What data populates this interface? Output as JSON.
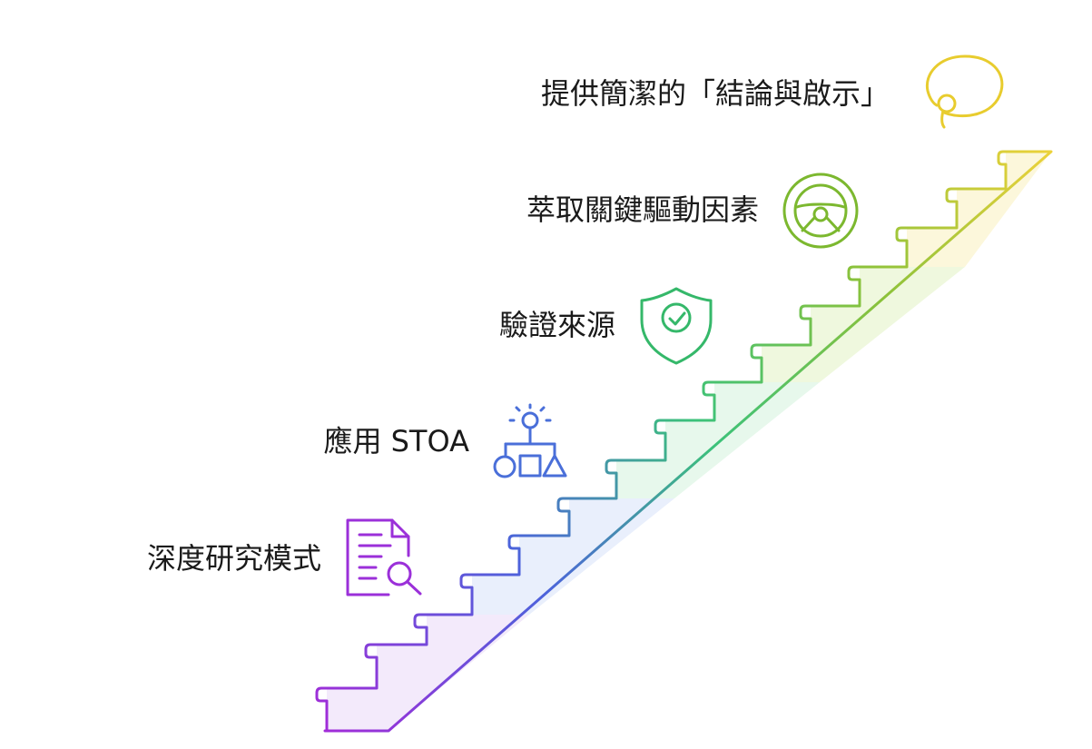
{
  "steps": [
    {
      "label": "深度研究模式",
      "icon": "document-search-icon",
      "color": "#9B30D9",
      "fill": "#F2E8FA"
    },
    {
      "label": "應用 STOA",
      "icon": "lightbulb-shapes-icon",
      "color": "#4A6FD9",
      "fill": "#E8EEFB"
    },
    {
      "label": "驗證來源",
      "icon": "shield-check-icon",
      "color": "#35B86A",
      "fill": "#E6F7EA"
    },
    {
      "label": "萃取關鍵驅動因素",
      "icon": "steering-wheel-icon",
      "color": "#7CB82F",
      "fill": "#EEF7DC"
    },
    {
      "label": "提供簡潔的「結論與啟示」",
      "icon": "speech-bubble-icon",
      "color": "#E8CC2E",
      "fill": "#FCF6D8"
    }
  ]
}
